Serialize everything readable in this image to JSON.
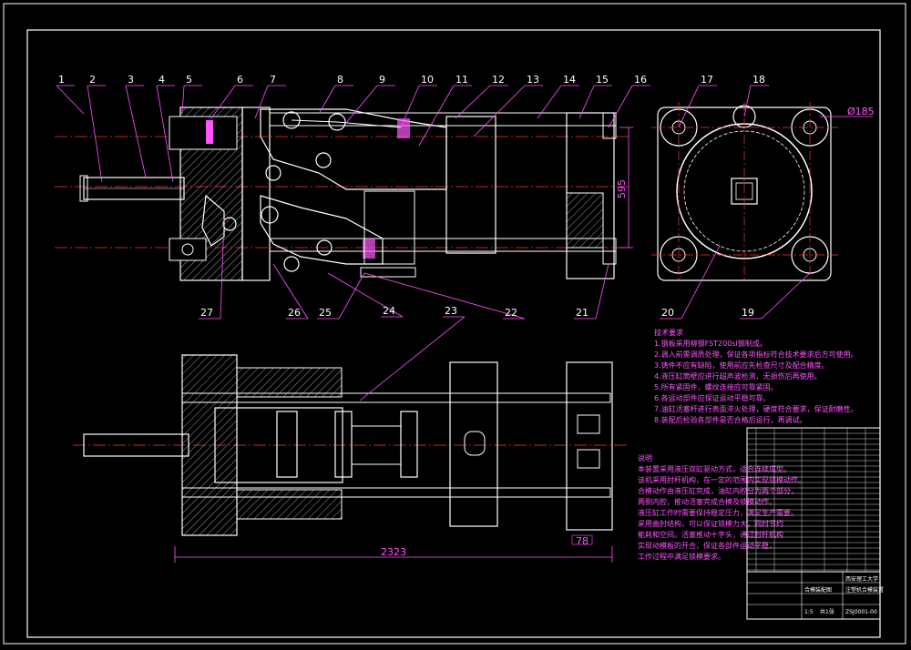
{
  "callouts_top": [
    "1",
    "2",
    "3",
    "4",
    "5",
    "6",
    "7",
    "8",
    "9",
    "10",
    "11",
    "12",
    "13",
    "14",
    "15",
    "16",
    "17",
    "18"
  ],
  "callouts_bottom": [
    "27",
    "26",
    "25",
    "24",
    "23",
    "22",
    "21",
    "20",
    "19"
  ],
  "dimensions": {
    "height_595": "595",
    "width_2323": "2323",
    "diameter_185": "Ø185",
    "small_78": "78"
  },
  "tech_requirements": {
    "heading": "技术要求",
    "lines": [
      "1.钢板采用柳钢FST200sl钢制成。",
      "2.调入前需调质处理，保证各项指标符合技术要求后方可使用。",
      "3.铸件不应有缺陷，使用前应先检查尺寸及配合精度。",
      "4.液压缸筒壁应进行超声波检测，无损伤后再使用。",
      "5.所有紧固件，螺纹连接应可靠紧固。",
      "6.各运动部件应保证运动平稳可靠。",
      "7.油缸活塞杆进行表面淬火处理，硬度符合要求，保证耐磨性。",
      "8.装配后检验各部件是否合格后运行，再调试。"
    ]
  },
  "description": {
    "heading": "说明",
    "lines": [
      "本装置采用液压双缸驱动方式，适合连续成型。",
      "该机采用肘杆机构，在一定的范围内实现锁模动作。",
      "合模动作由液压缸完成，油缸内腔分为两个部分，",
      "两侧内腔，推动活塞完成合模及锁模动作。",
      "液压缸工作时需要保持稳定压力，满足生产需要。",
      "采用曲肘结构，可以保证锁模力大，同时节约",
      "能耗和空间。活塞推动十字头，通过肘杆机构",
      "实现动模板的开合，保证各部件运动平稳，",
      "工作过程中满足锁模要求。"
    ]
  },
  "title_block": {
    "school": "西安理工大学",
    "drawing_title": "注塑机合模装置",
    "assembly": "合模装配图",
    "drawing_no": "ZSJ0001-00",
    "scale": "1:5",
    "sheet": "共1张"
  },
  "colors": {
    "frame": "#ffffff",
    "leader": "#ff55ff",
    "centerline": "#ff3333",
    "hatch": "#ffffff"
  }
}
